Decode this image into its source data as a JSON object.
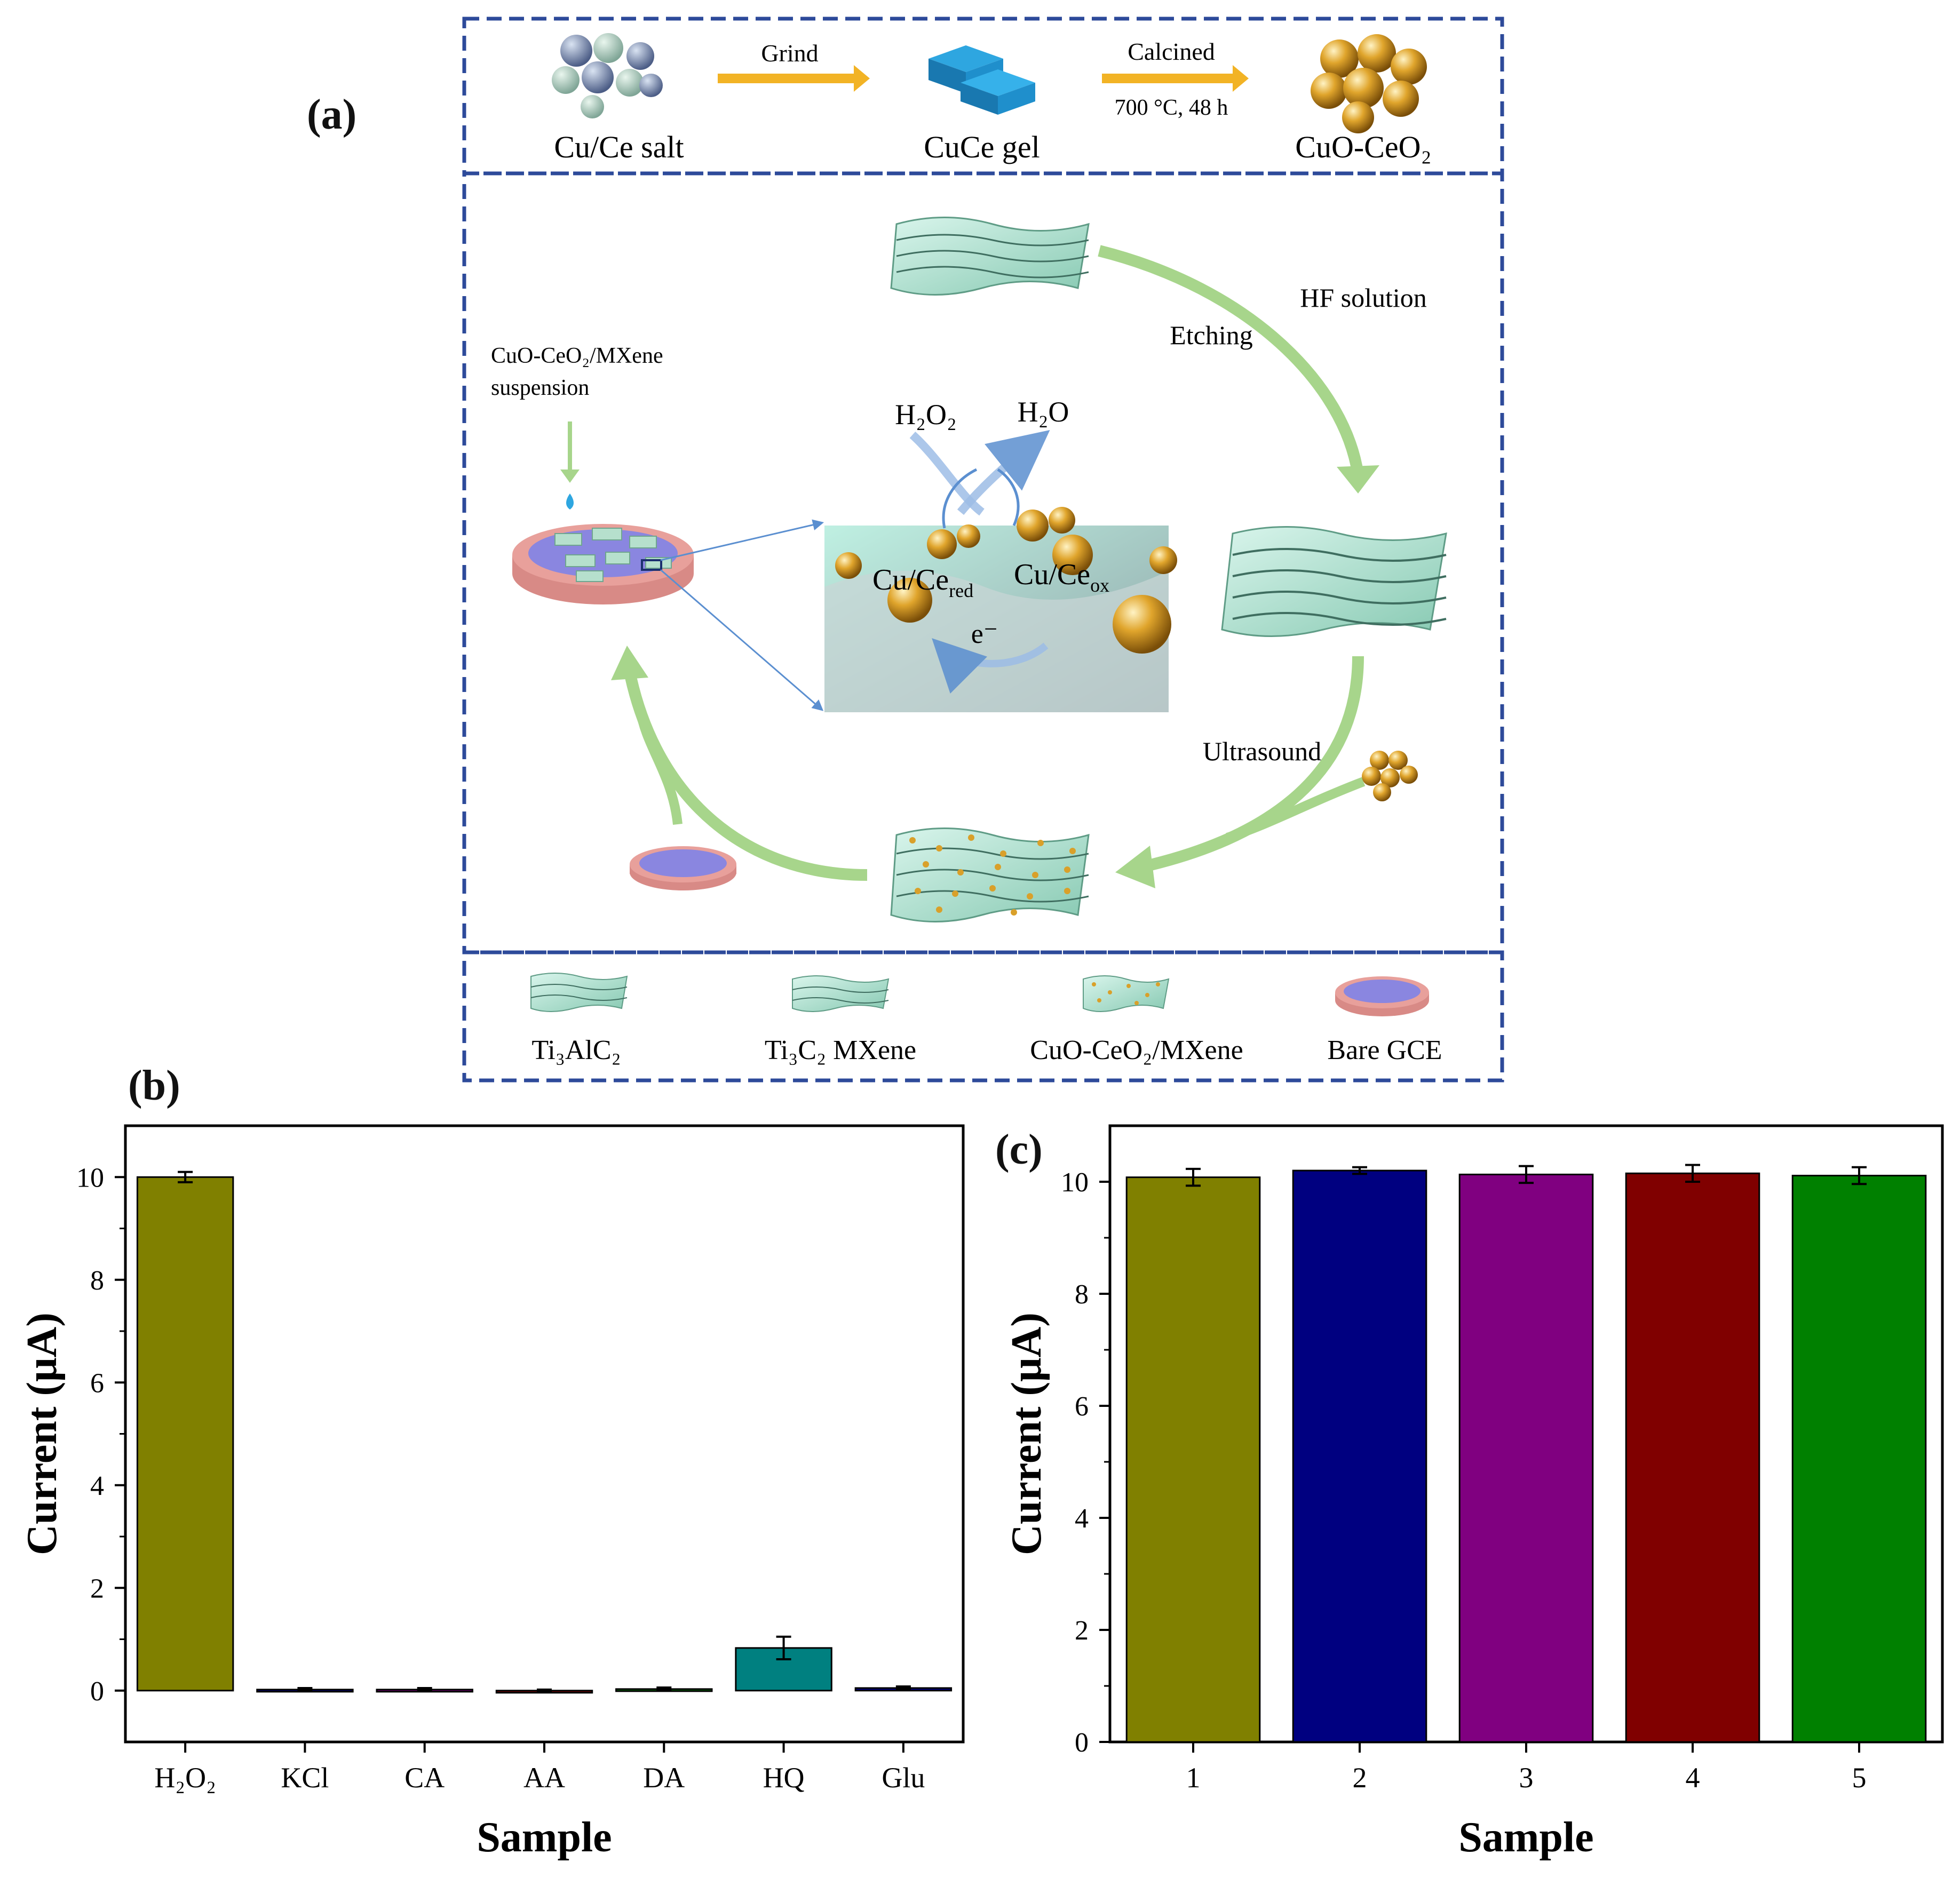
{
  "panel_labels": {
    "a": "(a)",
    "b": "(b)",
    "c": "(c)"
  },
  "scheme": {
    "top_row": {
      "item1": "Cu/Ce salt",
      "arrow1": "Grind",
      "item2": "CuCe gel",
      "arrow2": "Calcined",
      "arrow2_condition": "700 °C, 48 h",
      "item3": "CuO-CeO₂"
    },
    "cycle": {
      "etching": "Etching",
      "hf": "HF solution",
      "ultrasound": "Ultrasound",
      "suspension_line1": "CuO-CeO₂/MXene",
      "suspension_line2": "suspension",
      "h2o2": "H₂O₂",
      "h2o": "H₂O",
      "cu_red": "Cu/Ce",
      "red_sub": "red",
      "cu_ox": "Cu/Ce",
      "ox_sub": "ox",
      "electron": "e⁻"
    },
    "legend": {
      "ti3alc2": "Ti₃AlC₂",
      "mxene": "Ti₃C₂ MXene",
      "composite": "CuO-CeO₂/MXene",
      "gce": "Bare GCE"
    }
  },
  "colors": {
    "scheme_border": "#2d4a9a",
    "arrow_green": "#a7d58b",
    "arrow_orange": "#f2b325",
    "olive": "#808000",
    "navy": "#000080",
    "purple": "#800080",
    "maroon": "#800000",
    "green": "#008000",
    "teal": "#008080"
  },
  "chart_data": [
    {
      "type": "bar",
      "panel": "(b)",
      "categories": [
        "H₂O₂",
        "KCl",
        "CA",
        "AA",
        "DA",
        "HQ",
        "Glu"
      ],
      "values": [
        10.0,
        0.02,
        0.02,
        0.0,
        0.03,
        0.83,
        0.05
      ],
      "errors": [
        0.1,
        0.03,
        0.03,
        0.02,
        0.03,
        0.22,
        0.03
      ],
      "colors": [
        "#808000",
        "#000080",
        "#800080",
        "#800000",
        "#008000",
        "#008080",
        "#000080"
      ],
      "xlabel": "Sample",
      "ylabel": "Current (μA)",
      "ylim": [
        -1,
        11
      ],
      "yticks": [
        0,
        2,
        4,
        6,
        8,
        10
      ]
    },
    {
      "type": "bar",
      "panel": "(c)",
      "categories": [
        "1",
        "2",
        "3",
        "4",
        "5"
      ],
      "values": [
        10.08,
        10.2,
        10.13,
        10.15,
        10.11
      ],
      "errors": [
        0.15,
        0.06,
        0.15,
        0.15,
        0.15
      ],
      "colors": [
        "#808000",
        "#000080",
        "#800080",
        "#800000",
        "#008000"
      ],
      "xlabel": "Sample",
      "ylabel": "Current (μA)",
      "ylim": [
        0,
        11
      ],
      "yticks": [
        0,
        2,
        4,
        6,
        8,
        10
      ]
    }
  ]
}
